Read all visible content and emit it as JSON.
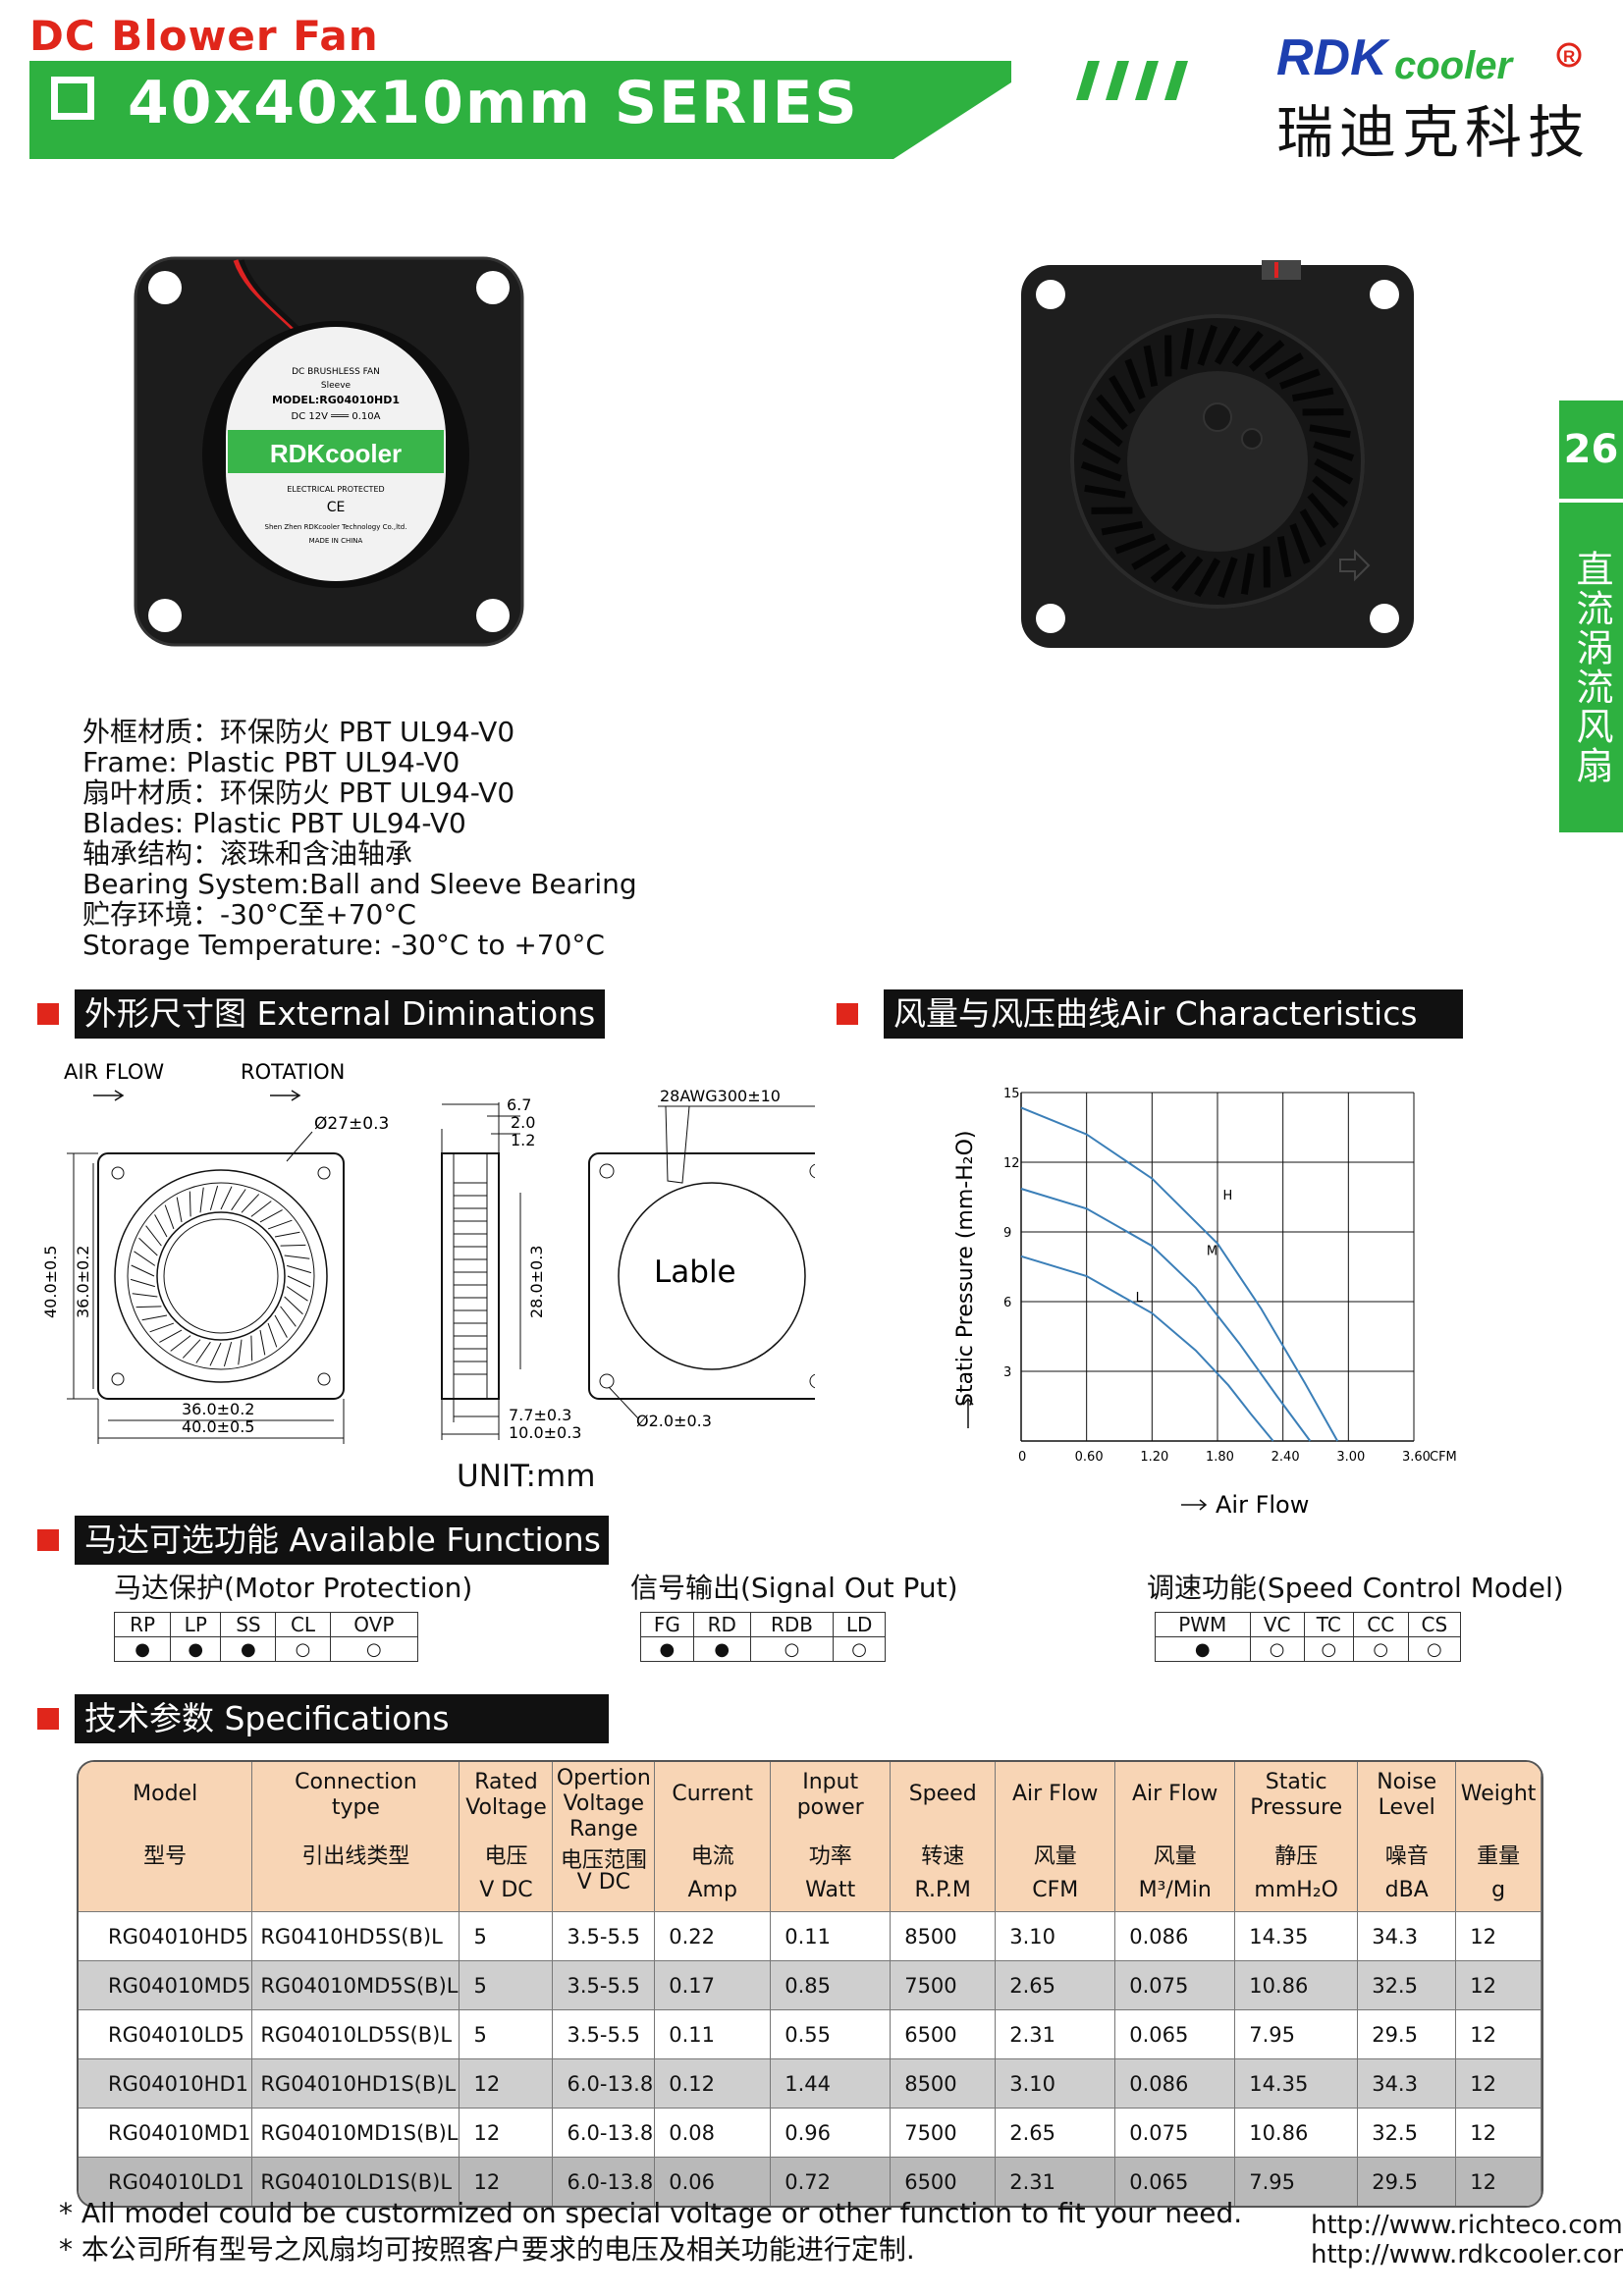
{
  "header": {
    "category": "DC Blower Fan",
    "series": "40x40x10mm SERIES",
    "brand_logo": "RDKcooler",
    "brand_cn": "瑞迪克科技",
    "page_number": "26",
    "side_label": "直流涡流风扇"
  },
  "product_label": {
    "line1": "DC BRUSHLESS FAN",
    "line2": "Sleeve",
    "model": "MODEL:RG04010HD1",
    "rating": "DC 12V ═══ 0.10A",
    "brand": "RDKcooler",
    "protected": "ELECTRICAL PROTECTED",
    "ce": "CE",
    "maker": "Shen Zhen RDKcooler Technology Co.,ltd.",
    "made": "MADE IN CHINA"
  },
  "materials": [
    "外框材质：环保防火  PBT UL94-V0",
    "Frame: Plastic PBT  UL94-V0",
    "扇叶材质：环保防火  PBT UL94-V0",
    "Blades: Plastic PBT  UL94-V0",
    "轴承结构：滚珠和含油轴承",
    "Bearing System:Ball and Sleeve Bearing",
    "贮存环境：-30°C至+70°C",
    " Storage Temperature: -30°C to  +70°C"
  ],
  "sections": {
    "dimensions": "外形尺寸图  External Diminations",
    "air": "风量与风压曲线Air Characteristics",
    "functions": "马达可选功能  Available Functions",
    "specs": "技术参数  Specifications"
  },
  "dimensions": {
    "air_flow": "AIR FLOW",
    "rotation": "ROTATION",
    "d27": "Ø27±0.3",
    "v40": "40.0±0.5",
    "v36": "36.0±0.2",
    "h36": "36.0±0.2",
    "h40": "40.0±0.5",
    "s67": "6.7",
    "s20": "2.0",
    "s12": "1.2",
    "s28": "28.0±0.3",
    "s77": "7.7±0.3",
    "s10": "10.0±0.3",
    "wire": "28AWG300±10",
    "label": "Lable",
    "hole": "Ø2.0±0.3",
    "unit": "UNIT:mm"
  },
  "chart_data": {
    "type": "line",
    "xlabel": "Air Flow",
    "x_unit": "CFM",
    "ylabel": "Static Pressure  (mm-H₂O)",
    "x_ticks": [
      "0",
      "0.60",
      "1.20",
      "1.80",
      "2.40",
      "3.00",
      "3.60"
    ],
    "y_ticks": [
      "3",
      "6",
      "9",
      "12",
      "15"
    ],
    "xlim": [
      0,
      3.6
    ],
    "ylim": [
      0,
      15
    ],
    "grid": true,
    "series": [
      {
        "name": "H",
        "x": [
          0,
          0.6,
          1.2,
          1.8,
          2.2,
          2.6,
          2.9
        ],
        "y": [
          14.35,
          13.2,
          11.3,
          8.5,
          5.7,
          2.5,
          0
        ]
      },
      {
        "name": "M",
        "x": [
          0,
          0.6,
          1.2,
          1.6,
          2.0,
          2.35,
          2.65
        ],
        "y": [
          10.86,
          10.0,
          8.4,
          6.6,
          4.2,
          1.9,
          0
        ]
      },
      {
        "name": "L",
        "x": [
          0,
          0.6,
          1.2,
          1.6,
          1.9,
          2.1,
          2.31
        ],
        "y": [
          7.95,
          7.1,
          5.5,
          3.9,
          2.4,
          1.2,
          0
        ]
      }
    ]
  },
  "functions": {
    "motor": {
      "title": "马达保护(Motor Protection)",
      "headers": [
        "RP",
        "LP",
        "SS",
        "CL",
        "OVP"
      ],
      "marks": [
        "●",
        "●",
        "●",
        "○",
        "○"
      ]
    },
    "signal": {
      "title": "信号输出(Signal Out Put)",
      "headers": [
        "FG",
        "RD",
        "RDB",
        "LD"
      ],
      "marks": [
        "●",
        "●",
        "○",
        "○"
      ]
    },
    "speed": {
      "title": "调速功能(Speed Control Model)",
      "headers": [
        "PWM",
        "VC",
        "TC",
        "CC",
        "CS"
      ],
      "marks": [
        "●",
        "○",
        "○",
        "○",
        "○"
      ]
    }
  },
  "specs": {
    "headers": [
      {
        "l1": "Model",
        "l2": "",
        "l3": "型号",
        "l4": ""
      },
      {
        "l1": "Connection",
        "l2": "type",
        "l3": "引出线类型",
        "l4": ""
      },
      {
        "l1": "Rated",
        "l2": "Voltage",
        "l3": "电压",
        "l4": "V DC"
      },
      {
        "l1": "Opertion",
        "l2": "Voltage",
        "l3": "Range",
        "l4": "电压范围",
        "l5": "V DC"
      },
      {
        "l1": "Current",
        "l2": "",
        "l3": "电流",
        "l4": "Amp"
      },
      {
        "l1": "Input",
        "l2": "power",
        "l3": "功率",
        "l4": "Watt"
      },
      {
        "l1": "Speed",
        "l2": "",
        "l3": "转速",
        "l4": "R.P.M"
      },
      {
        "l1": "Air Flow",
        "l2": "",
        "l3": "风量",
        "l4": "CFM"
      },
      {
        "l1": "Air Flow",
        "l2": "",
        "l3": "风量",
        "l4": "M³/Min"
      },
      {
        "l1": "Static",
        "l2": "Pressure",
        "l3": "静压",
        "l4": "mmH₂O"
      },
      {
        "l1": "Noise",
        "l2": "Level",
        "l3": "噪音",
        "l4": "dBA"
      },
      {
        "l1": "Weight",
        "l2": "",
        "l3": "重量",
        "l4": "g"
      }
    ],
    "rows": [
      [
        "RG04010HD5",
        "RG0410HD5S(B)L",
        "5",
        "3.5-5.5",
        "0.22",
        "0.11",
        "8500",
        "3.10",
        "0.086",
        "14.35",
        "34.3",
        "12"
      ],
      [
        "RG04010MD5",
        "RG04010MD5S(B)L",
        "5",
        "3.5-5.5",
        "0.17",
        "0.85",
        "7500",
        "2.65",
        "0.075",
        "10.86",
        "32.5",
        "12"
      ],
      [
        "RG04010LD5",
        "RG04010LD5S(B)L",
        "5",
        "3.5-5.5",
        "0.11",
        "0.55",
        "6500",
        "2.31",
        "0.065",
        "7.95",
        "29.5",
        "12"
      ],
      [
        "RG04010HD1",
        "RG04010HD1S(B)L",
        "12",
        "6.0-13.8",
        "0.12",
        "1.44",
        "8500",
        "3.10",
        "0.086",
        "14.35",
        "34.3",
        "12"
      ],
      [
        "RG04010MD1",
        "RG04010MD1S(B)L",
        "12",
        "6.0-13.8",
        "0.08",
        "0.96",
        "7500",
        "2.65",
        "0.075",
        "10.86",
        "32.5",
        "12"
      ],
      [
        "RG04010LD1",
        "RG04010LD1S(B)L",
        "12",
        "6.0-13.8",
        "0.06",
        "0.72",
        "6500",
        "2.31",
        "0.065",
        "7.95",
        "29.5",
        "12"
      ]
    ]
  },
  "footer": {
    "note_en": "* All model could be custormized on special voltage or other function to fit your need.",
    "note_cn": "* 本公司所有型号之风扇均可按照客户要求的电压及相关功能进行定制.",
    "url1": "http://www.richteco.com",
    "url2": "http://www.rdkcooler.com"
  },
  "colors": {
    "green": "#2eb140",
    "red": "#e0261b",
    "spec_header": "#f8d5b5",
    "chart_line": "#3b7fb8"
  }
}
